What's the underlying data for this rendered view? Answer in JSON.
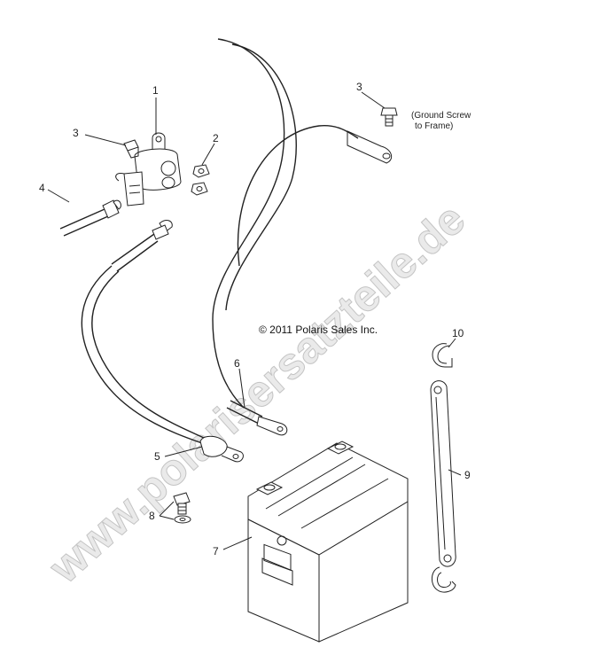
{
  "copyright": "© 2011 Polaris Sales Inc.",
  "watermark": "www.polarisersatzteile.de",
  "callouts": {
    "c1": "1",
    "c2": "2",
    "c3a": "3",
    "c3b": "3",
    "c4": "4",
    "c5": "5",
    "c6": "6",
    "c7": "7",
    "c8": "8",
    "c9": "9",
    "c10": "10"
  },
  "note": {
    "line1": "(Ground Screw",
    "line2": "to Frame)"
  }
}
